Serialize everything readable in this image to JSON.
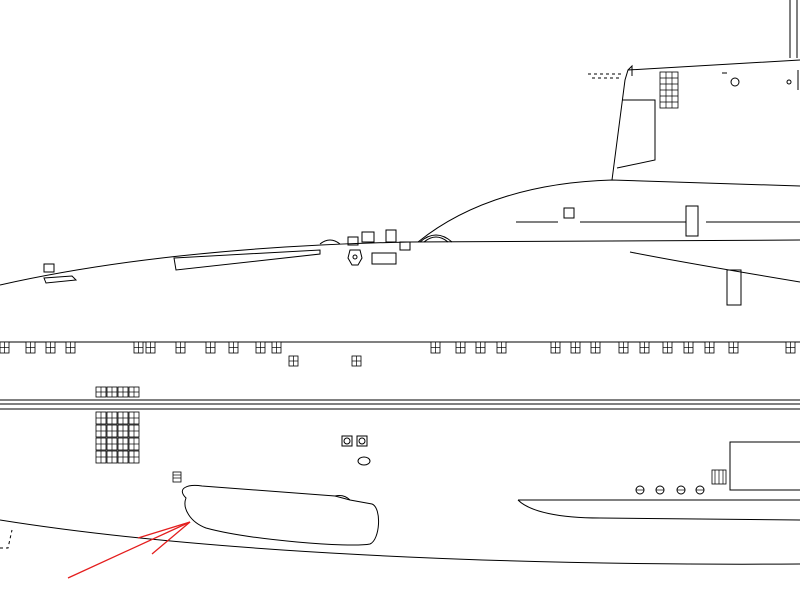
{
  "drawing": {
    "colors": {
      "line": "#000000",
      "background": "#ffffff",
      "annotation_arrow": "#e41d1d"
    },
    "parts": [
      "submarine-sail",
      "upper-hull-profile",
      "deck-fittings",
      "hull-vent-row",
      "waterline-band",
      "forward-grille-array",
      "bow-sonar-dome",
      "aft-bulge",
      "annotation-arrow"
    ]
  }
}
